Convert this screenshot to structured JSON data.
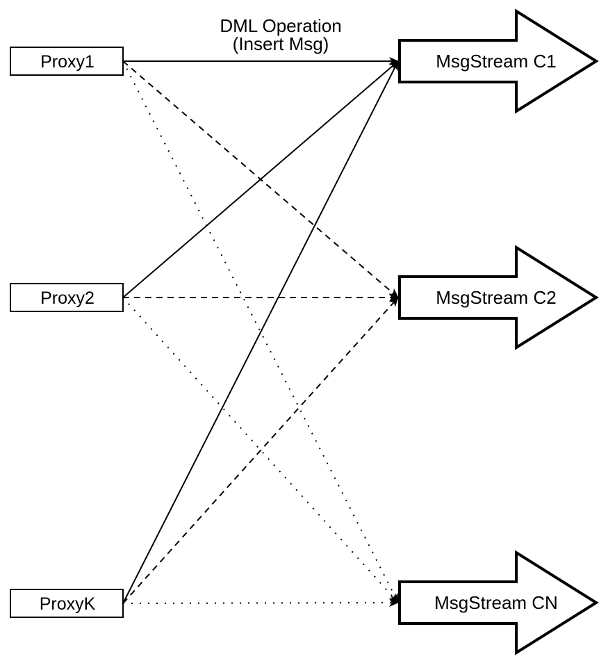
{
  "diagram": {
    "background_color": "#ffffff",
    "stroke_color": "#000000",
    "node_fill_color": "#ffffff",
    "annotation": {
      "line1": "DML Operation",
      "line2": "(Insert Msg)"
    },
    "proxies": [
      {
        "label": "Proxy1"
      },
      {
        "label": "Proxy2"
      },
      {
        "label": "ProxyK"
      }
    ],
    "streams": [
      {
        "label": "MsgStream C1"
      },
      {
        "label": "MsgStream C2"
      },
      {
        "label": "MsgStream CN"
      }
    ],
    "edges": [
      {
        "from": "Proxy1",
        "to": "MsgStream C1",
        "style": "solid",
        "label": "DML Operation (Insert Msg)"
      },
      {
        "from": "Proxy2",
        "to": "MsgStream C1",
        "style": "solid",
        "label": ""
      },
      {
        "from": "ProxyK",
        "to": "MsgStream C1",
        "style": "solid",
        "label": ""
      },
      {
        "from": "Proxy1",
        "to": "MsgStream C2",
        "style": "dashed",
        "label": ""
      },
      {
        "from": "Proxy2",
        "to": "MsgStream C2",
        "style": "dashed",
        "label": ""
      },
      {
        "from": "ProxyK",
        "to": "MsgStream C2",
        "style": "dashed",
        "label": ""
      },
      {
        "from": "Proxy1",
        "to": "MsgStream CN",
        "style": "dotted",
        "label": ""
      },
      {
        "from": "Proxy2",
        "to": "MsgStream CN",
        "style": "dotted",
        "label": ""
      },
      {
        "from": "ProxyK",
        "to": "MsgStream CN",
        "style": "dotted",
        "label": ""
      }
    ]
  }
}
